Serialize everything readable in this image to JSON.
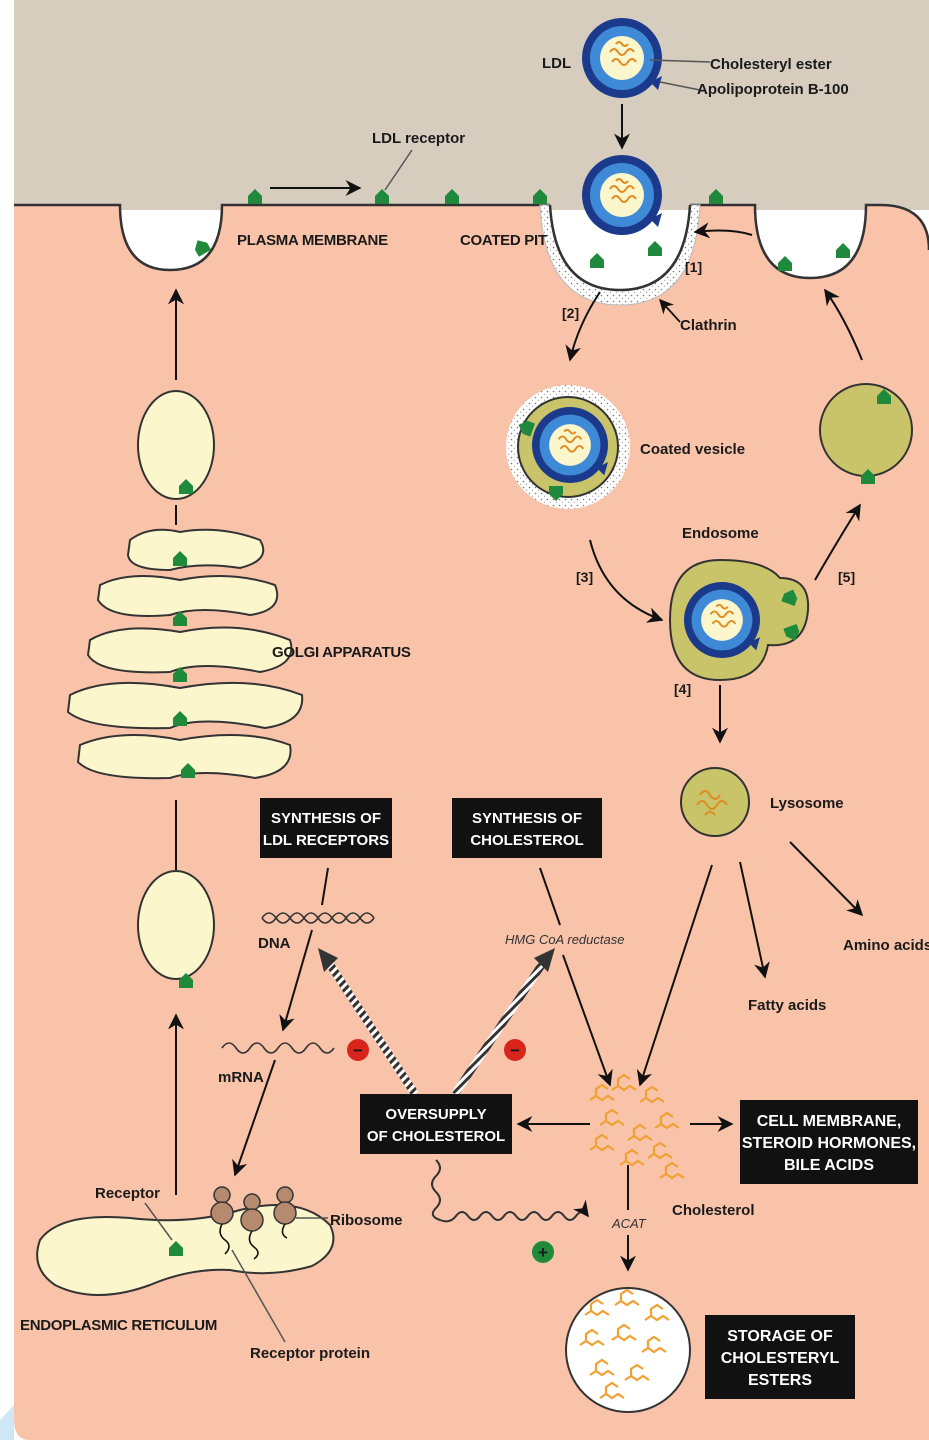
{
  "labels": {
    "ldl": "LDL",
    "cholesteryl_ester": "Cholesteryl ester",
    "apolipoprotein": "Apolipoprotein B-100",
    "ldl_receptor": "LDL receptor",
    "plasma_membrane": "PLASMA MEMBRANE",
    "coated_pit": "COATED PIT",
    "clathrin": "Clathrin",
    "coated_vesicle": "Coated vesicle",
    "endosome": "Endosome",
    "lysosome": "Lysosome",
    "golgi": "GOLGI APPARATUS",
    "amino_acids": "Amino acids",
    "fatty_acids": "Fatty acids",
    "dna": "DNA",
    "mrna": "mRNA",
    "hmg": "HMG CoA reductase",
    "cholesterol": "Cholesterol",
    "acat": "ACAT",
    "receptor": "Receptor",
    "ribosome": "Ribosome",
    "receptor_protein": "Receptor protein",
    "er": "ENDOPLASMIC RETICULUM"
  },
  "steps": {
    "s1": "[1]",
    "s2": "[2]",
    "s3": "[3]",
    "s4": "[4]",
    "s5": "[5]"
  },
  "boxes": {
    "synth_receptors": [
      "SYNTHESIS OF",
      "LDL RECEPTORS"
    ],
    "synth_cholesterol": [
      "SYNTHESIS OF",
      "CHOLESTEROL"
    ],
    "oversupply": [
      "OVERSUPPLY",
      "OF CHOLESTEROL"
    ],
    "cell_membrane": [
      "CELL MEMBRANE,",
      "STEROID HORMONES,",
      "BILE ACIDS"
    ],
    "storage": [
      "STORAGE OF",
      "CHOLESTERYL",
      "ESTERS"
    ]
  },
  "signs": {
    "minus": "−",
    "plus": "+"
  },
  "colors": {
    "extracellular": "#d6cdbf",
    "cytoplasm": "#f8c3a9",
    "vesicle": "#fbf6cc",
    "endosome": "#c9c46a",
    "ldl_outer": "#1c3a8c",
    "ldl_mid": "#3f8ad6",
    "receptor_green": "#1f8a3c",
    "box": "#111111",
    "cholesterol": "#f0a133",
    "inhibit": "#d8251c",
    "stimulate": "#1f8a3c"
  }
}
